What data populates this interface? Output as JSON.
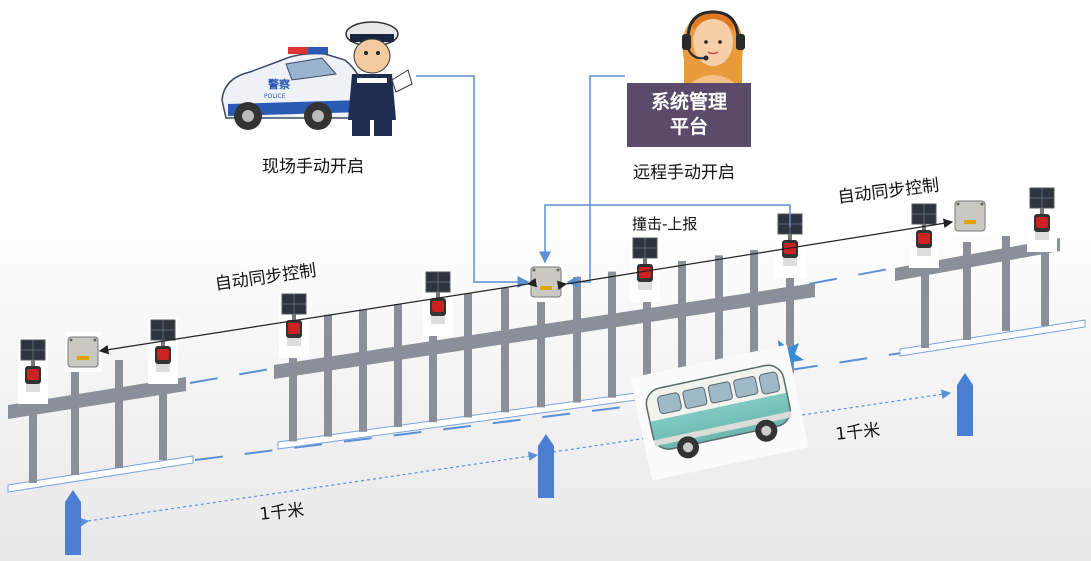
{
  "labels": {
    "onsite_manual": "现场手动开启",
    "remote_manual": "远程手动开启",
    "auto_sync_left": "自动同步控制",
    "auto_sync_right": "自动同步控制",
    "impact_report": "撞击-上报",
    "distance_left": "1千米",
    "distance_right": "1千米"
  },
  "platform": {
    "line1": "系统管理",
    "line2": "平台"
  },
  "police_car": {
    "text": "警察",
    "sub_text": "POLICE"
  },
  "colors": {
    "fence": "#8a8f99",
    "connector": "#5b8fd6",
    "marker": "#4a7fd4",
    "platform_bg": "#5b4a6a",
    "van_body": "#8ecfc9",
    "impact": "#3a8ad8"
  }
}
